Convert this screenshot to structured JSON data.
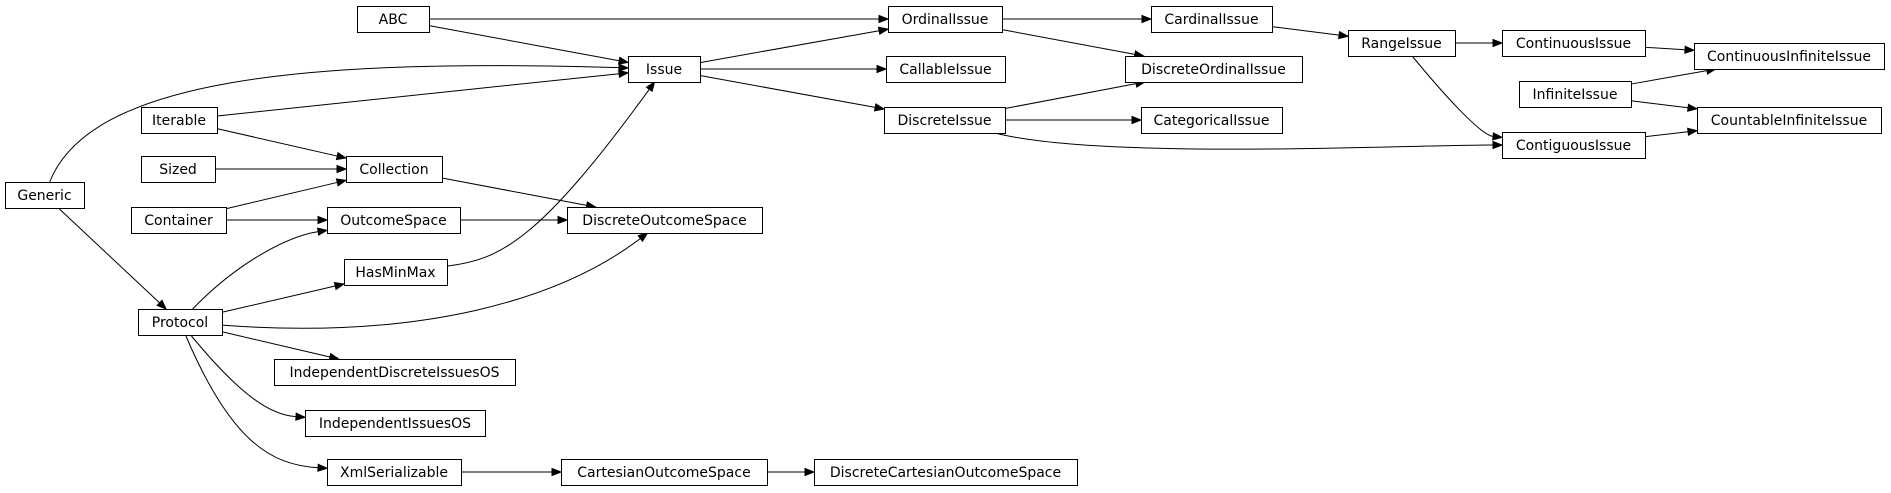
{
  "diagram": {
    "type": "class-inheritance-graph",
    "nodes": [
      {
        "id": "abc",
        "label": "ABC"
      },
      {
        "id": "generic",
        "label": "Generic"
      },
      {
        "id": "iterable",
        "label": "Iterable"
      },
      {
        "id": "sized",
        "label": "Sized"
      },
      {
        "id": "container",
        "label": "Container"
      },
      {
        "id": "protocol",
        "label": "Protocol"
      },
      {
        "id": "collection",
        "label": "Collection"
      },
      {
        "id": "outcomespace",
        "label": "OutcomeSpace"
      },
      {
        "id": "hasminmax",
        "label": "HasMinMax"
      },
      {
        "id": "independentdiscreteissuesos",
        "label": "IndependentDiscreteIssuesOS"
      },
      {
        "id": "independentissuesos",
        "label": "IndependentIssuesOS"
      },
      {
        "id": "xmlserializable",
        "label": "XmlSerializable"
      },
      {
        "id": "issue",
        "label": "Issue"
      },
      {
        "id": "discreteoutcomespace",
        "label": "DiscreteOutcomeSpace"
      },
      {
        "id": "cartesianoutcomespace",
        "label": "CartesianOutcomeSpace"
      },
      {
        "id": "discretecartesianoutcomespace",
        "label": "DiscreteCartesianOutcomeSpace"
      },
      {
        "id": "ordinalissue",
        "label": "OrdinalIssue"
      },
      {
        "id": "callableissue",
        "label": "CallableIssue"
      },
      {
        "id": "discreteissue",
        "label": "DiscreteIssue"
      },
      {
        "id": "cardinalissue",
        "label": "CardinalIssue"
      },
      {
        "id": "discreteordinalissue",
        "label": "DiscreteOrdinalIssue"
      },
      {
        "id": "categoricalissue",
        "label": "CategoricalIssue"
      },
      {
        "id": "rangeissue",
        "label": "RangeIssue"
      },
      {
        "id": "continuousissue",
        "label": "ContinuousIssue"
      },
      {
        "id": "contiguousissue",
        "label": "ContiguousIssue"
      },
      {
        "id": "infiniteissue",
        "label": "InfiniteIssue"
      },
      {
        "id": "continuousinfiniteissue",
        "label": "ContinuousInfiniteIssue"
      },
      {
        "id": "countableinfiniteissue",
        "label": "CountableInfiniteIssue"
      }
    ],
    "edges": [
      {
        "from": "abc",
        "to": "ordinalissue"
      },
      {
        "from": "abc",
        "to": "issue"
      },
      {
        "from": "generic",
        "to": "issue"
      },
      {
        "from": "generic",
        "to": "protocol"
      },
      {
        "from": "iterable",
        "to": "issue"
      },
      {
        "from": "iterable",
        "to": "collection"
      },
      {
        "from": "sized",
        "to": "collection"
      },
      {
        "from": "container",
        "to": "collection"
      },
      {
        "from": "container",
        "to": "outcomespace"
      },
      {
        "from": "protocol",
        "to": "outcomespace"
      },
      {
        "from": "protocol",
        "to": "hasminmax"
      },
      {
        "from": "protocol",
        "to": "discreteoutcomespace"
      },
      {
        "from": "protocol",
        "to": "independentdiscreteissuesos"
      },
      {
        "from": "protocol",
        "to": "independentissuesos"
      },
      {
        "from": "protocol",
        "to": "xmlserializable"
      },
      {
        "from": "collection",
        "to": "discreteoutcomespace"
      },
      {
        "from": "outcomespace",
        "to": "discreteoutcomespace"
      },
      {
        "from": "hasminmax",
        "to": "issue"
      },
      {
        "from": "xmlserializable",
        "to": "cartesianoutcomespace"
      },
      {
        "from": "cartesianoutcomespace",
        "to": "discretecartesianoutcomespace"
      },
      {
        "from": "issue",
        "to": "ordinalissue"
      },
      {
        "from": "issue",
        "to": "callableissue"
      },
      {
        "from": "issue",
        "to": "discreteissue"
      },
      {
        "from": "ordinalissue",
        "to": "cardinalissue"
      },
      {
        "from": "ordinalissue",
        "to": "discreteordinalissue"
      },
      {
        "from": "discreteissue",
        "to": "discreteordinalissue"
      },
      {
        "from": "discreteissue",
        "to": "categoricalissue"
      },
      {
        "from": "discreteissue",
        "to": "contiguousissue"
      },
      {
        "from": "cardinalissue",
        "to": "rangeissue"
      },
      {
        "from": "rangeissue",
        "to": "continuousissue"
      },
      {
        "from": "rangeissue",
        "to": "contiguousissue"
      },
      {
        "from": "continuousissue",
        "to": "continuousinfiniteissue"
      },
      {
        "from": "infiniteissue",
        "to": "continuousinfiniteissue"
      },
      {
        "from": "infiniteissue",
        "to": "countableinfiniteissue"
      },
      {
        "from": "contiguousissue",
        "to": "countableinfiniteissue"
      }
    ]
  }
}
